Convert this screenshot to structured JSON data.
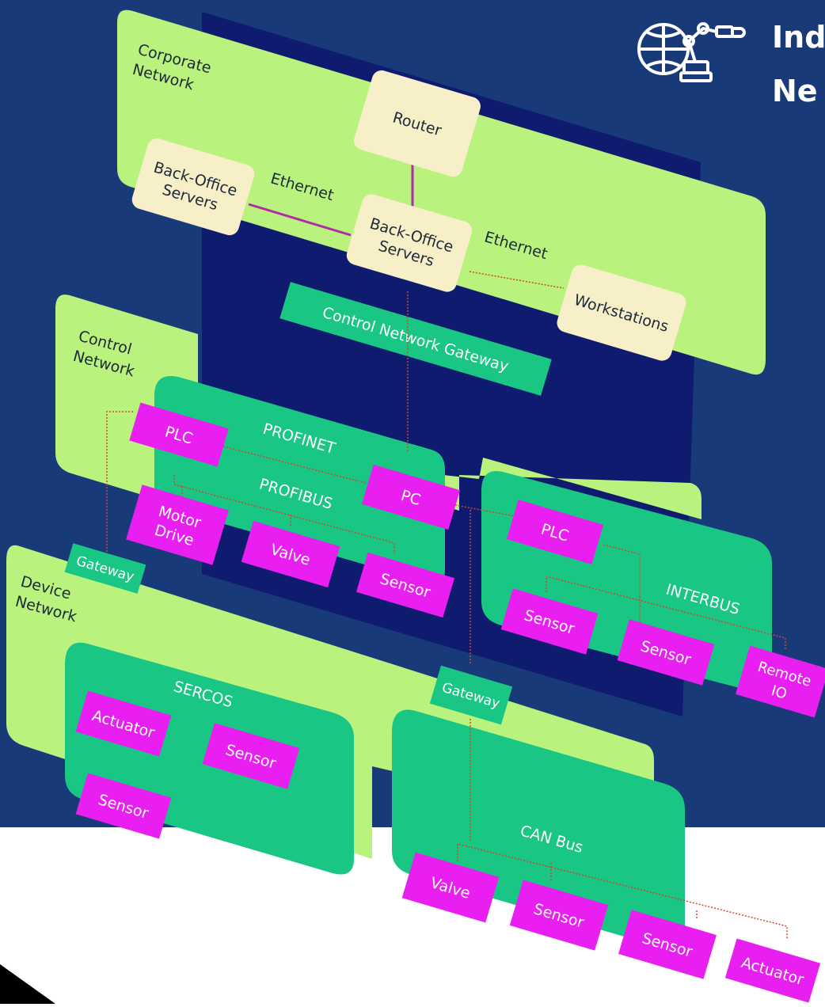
{
  "title": {
    "line1": "Ind",
    "line2": "Ne"
  },
  "colors": {
    "background": "#183a78",
    "core_panel": "#0f1b6e",
    "layer": "#b9f27c",
    "segment": "#19c684",
    "gateway": "#19c684",
    "infra_box": "#f6efc8",
    "device_box": "#e81ff0",
    "solid_link": "#b02ba6",
    "dotted_link": "#d1472e"
  },
  "layers": {
    "corporate": "Corporate\nNetwork",
    "control": "Control\nNetwork",
    "device": "Device\nNetwork"
  },
  "corporate": {
    "router": "Router",
    "servers_left": "Back-Office\nServers",
    "servers_center": "Back-Office\nServers",
    "workstations": "Workstations",
    "ethernet_left": "Ethernet",
    "ethernet_right": "Ethernet"
  },
  "control": {
    "gateway_main": "Control Network Gateway",
    "profinet": "PROFINET",
    "profibus": "PROFIBUS",
    "plc_left": "PLC",
    "pc": "PC",
    "motor_drive": "Motor\nDrive",
    "valve": "Valve",
    "sensor_profibus": "Sensor",
    "interbus": "INTERBUS",
    "plc_right": "PLC",
    "sensor_ib_1": "Sensor",
    "sensor_ib_2": "Sensor",
    "remote_io": "Remote\nIO"
  },
  "device": {
    "gateway_left": "Gateway",
    "gateway_center": "Gateway",
    "sercos": "SERCOS",
    "actuator_sercos": "Actuator",
    "sensor_sercos_1": "Sensor",
    "sensor_sercos_2": "Sensor",
    "canbus": "CAN Bus",
    "valve_can": "Valve",
    "sensor_can_1": "Sensor",
    "sensor_can_2": "Sensor",
    "actuator_can": "Actuator"
  }
}
